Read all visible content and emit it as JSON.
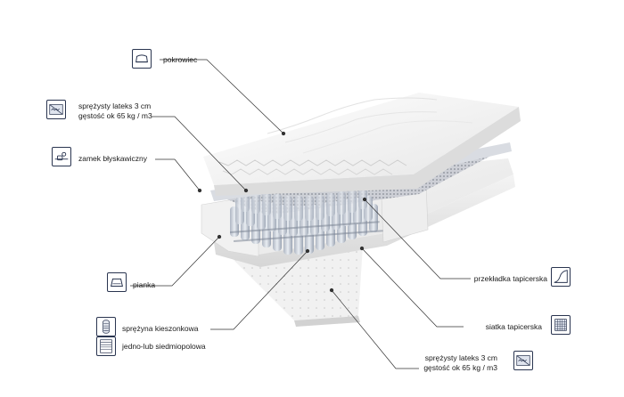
{
  "labels": {
    "cover": "pokrowiec",
    "latex_top_line1": "sprężysty lateks  3 cm",
    "latex_top_line2": "gęstość ok 65 kg / m3",
    "zipper": "zamek błyskawiczny",
    "foam": "pianka",
    "pocket_spring": "sprężyna kieszonkowa",
    "zones": "jedno-lub siedmiopolowa",
    "upholstery_pad": "przekładka tapicerska",
    "upholstery_mesh": "siatka tapicerska",
    "latex_bottom_line1": "sprężysty lateks  3 cm",
    "latex_bottom_line2": "gęstość ok 65 kg / m3"
  },
  "icons": {
    "cover": "mattress-cover-icon",
    "latex_top": "latex-layer-icon",
    "zipper": "zipper-icon",
    "foam": "foam-icon",
    "pocket_spring": "pocket-spring-icon",
    "zones": "zones-icon",
    "upholstery_pad": "upholstery-pad-icon",
    "upholstery_mesh": "mesh-icon",
    "latex_bottom": "latex-layer-icon"
  },
  "colors": {
    "icon_stroke": "#2a3550",
    "leader_line": "#333333",
    "spring": "#9aa3b2"
  }
}
